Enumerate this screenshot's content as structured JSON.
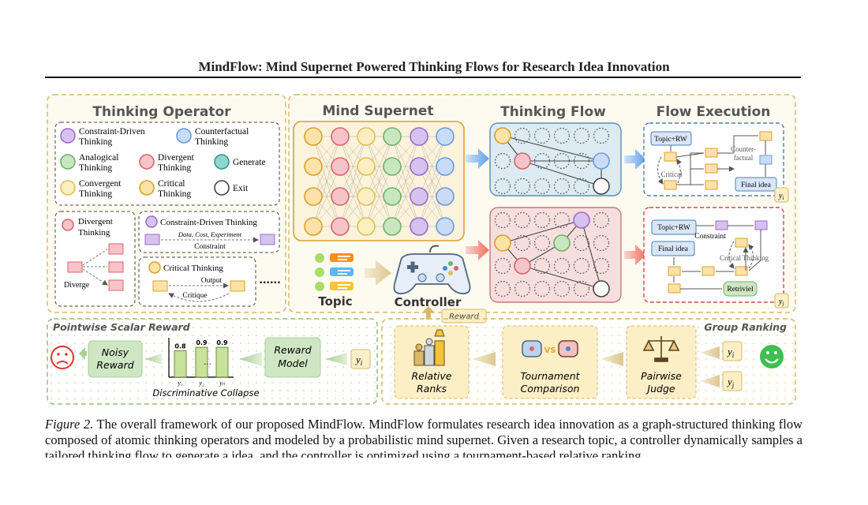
{
  "paper_title": "MindFlow: Mind Supernet Powered Thinking Flows for Research Idea Innovation",
  "operator_panel": {
    "title": "Thinking Operator",
    "legend": [
      {
        "line1": "Constraint-Driven",
        "line2": "Thinking",
        "color": "#d6c2ee",
        "stroke": "#9b6cc9"
      },
      {
        "line1": "Counterfactual",
        "line2": "Thinking",
        "color": "#c9dcf6",
        "stroke": "#6b9ad8"
      },
      {
        "line1": "Analogical",
        "line2": "Thinking",
        "color": "#c8e6c0",
        "stroke": "#6db26a"
      },
      {
        "line1": "Divergent",
        "line2": "Thinking",
        "color": "#f6c4c8",
        "stroke": "#d9646e"
      },
      {
        "line1": "Generate",
        "line2": "",
        "color": "#8fd6cc",
        "stroke": "#2c9a8e"
      },
      {
        "line1": "Convergent",
        "line2": "Thinking",
        "color": "#fbeec0",
        "stroke": "#e0bf55"
      },
      {
        "line1": "Critical",
        "line2": "Thinking",
        "color": "#fde2a8",
        "stroke": "#d9a12c"
      },
      {
        "line1": "Exit",
        "line2": "",
        "color": "#ffffff",
        "stroke": "#444444"
      }
    ],
    "divergent_title": [
      "Divergent",
      "Thinking"
    ],
    "divergent_label": "Diverge",
    "constraint_title": "Constraint-Driven Thinking",
    "constraint_note": "Data, Cost, Experiment",
    "constraint_label": "Constraint",
    "critical_title": "Critical Thinking",
    "critical_output": "Output",
    "critical_label": "Critique",
    "ellipsis": "......"
  },
  "supernet_panel": {
    "title": "Mind Supernet",
    "column_colors": [
      "#fde2a8",
      "#f6c4c8",
      "#fbeec0",
      "#c8e6c0",
      "#d6c2ee",
      "#c9dcf6"
    ],
    "column_strokes": [
      "#d9a12c",
      "#d9646e",
      "#e0bf55",
      "#6db26a",
      "#9b6cc9",
      "#6b9ad8"
    ],
    "topic_label": "Topic",
    "controller_label": "Controller"
  },
  "flow_panel": {
    "title": "Thinking Flow"
  },
  "execution_panel": {
    "title": "Flow Execution",
    "top": {
      "input": "Topic+RW",
      "critical": "Critical",
      "counterfactual": [
        "Counter-",
        "factual"
      ],
      "final": "Final idea",
      "tag": "y",
      "tag_sub": "i"
    },
    "bottom": {
      "input": "Topic+RW",
      "constraint": "Constraint",
      "final": "Final idea",
      "critical": "Critical Thinking",
      "retrieve": "Retriviel",
      "tag": "y",
      "tag_sub": "j"
    }
  },
  "reward_tag": "Reward",
  "pointwise_panel": {
    "title": "Pointwise Scalar Reward",
    "noisy": [
      "Noisy",
      "Reward"
    ],
    "reward_model": [
      "Reward",
      "Model"
    ],
    "bar_values": [
      0.8,
      0.9,
      0.9
    ],
    "bar_labels": [
      "0.8",
      "0.9",
      "0.9"
    ],
    "bar_ticks": [
      "y₁",
      "y₂",
      "yₙ"
    ],
    "dots": "...",
    "caption": "Discriminative Collapse",
    "input": "y",
    "input_sub": "i"
  },
  "group_panel": {
    "title": "Group Ranking",
    "relative": [
      "Relative",
      "Ranks"
    ],
    "tournament": [
      "Tournament",
      "Comparison"
    ],
    "judge": [
      "Pairwise",
      "Judge"
    ],
    "input1": "y",
    "input1_sub": "i",
    "input2": "y",
    "input2_sub": "j",
    "vs": "VS"
  },
  "caption": {
    "label": "Figure 2.",
    "text": "The overall framework of our proposed MindFlow. MindFlow formulates research idea innovation as a graph-structured thinking flow composed of atomic thinking operators and modeled by a probabilistic mind supernet. Given a research topic, a controller dynamically samples a tailored thinking flow to generate a idea, and the controller is optimized using a tournament-based relative ranking"
  }
}
